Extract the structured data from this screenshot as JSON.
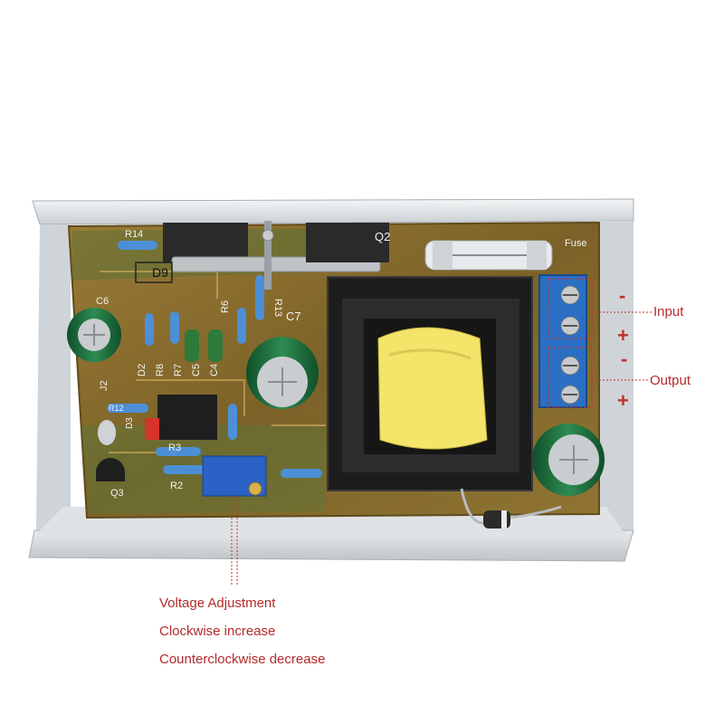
{
  "board": {
    "silkscreen": {
      "r14": "R14",
      "d9": "D9",
      "r13": "R13",
      "q2": "Q2",
      "fuse": "Fuse",
      "c6": "C6",
      "c7": "C7",
      "r6": "R6",
      "d2": "D2",
      "r8": "R8",
      "r7": "R7",
      "c5": "C5",
      "c4": "C4",
      "j2": "J2",
      "r12": "R12",
      "d3": "D3",
      "r3": "R3",
      "r2": "R2",
      "q3": "Q3"
    }
  },
  "terminals": {
    "input_minus": "-",
    "input_label": "Input",
    "input_plus": "+",
    "output_minus": "-",
    "output_label": "Output",
    "output_plus": "+"
  },
  "potentiometer_note": {
    "line1": "Voltage Adjustment",
    "line2": "Clockwise increase",
    "line3": "Counterclockwise decrease"
  },
  "colors": {
    "annotation": "#b52a2a",
    "pcb": "#8a6a2a",
    "heatsink": "#d8dde0",
    "terminal_block": "#2a6fc4",
    "transformer_core": "#1d1d1d",
    "transformer_coil": "#f2e56a"
  }
}
